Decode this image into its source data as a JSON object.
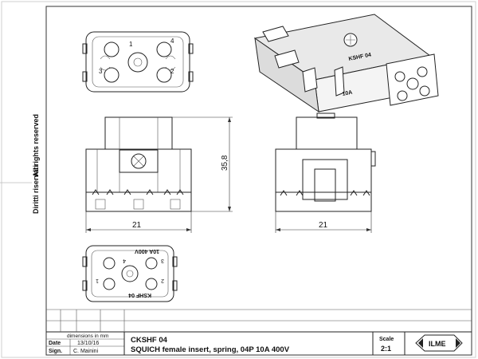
{
  "side_note": {
    "line1": "Diritti riservati",
    "line2": "All rights reserved"
  },
  "dimensions": {
    "width_left": "21",
    "width_right": "21",
    "height": "35,8"
  },
  "face_top": {
    "pins": [
      "1",
      "2",
      "3",
      "4"
    ]
  },
  "face_bottom": {
    "rating": "10A 400V",
    "code": "KSHF 04",
    "pins": [
      "1",
      "2",
      "3",
      "4"
    ]
  },
  "iso_view": {
    "code": "KSHF 04",
    "rating": "10A"
  },
  "title_block": {
    "dims_note": "dimensions in mm",
    "date_label": "Date",
    "date_value": "13/10/16",
    "sign_label": "Sign.",
    "sign_value": "C. Mainini",
    "product_code": "CKSHF 04",
    "description": "SQUICH female insert, spring, 04P 10A 400V",
    "scale_label": "Scale",
    "scale_value": "2:1",
    "logo_text": "ILME"
  }
}
